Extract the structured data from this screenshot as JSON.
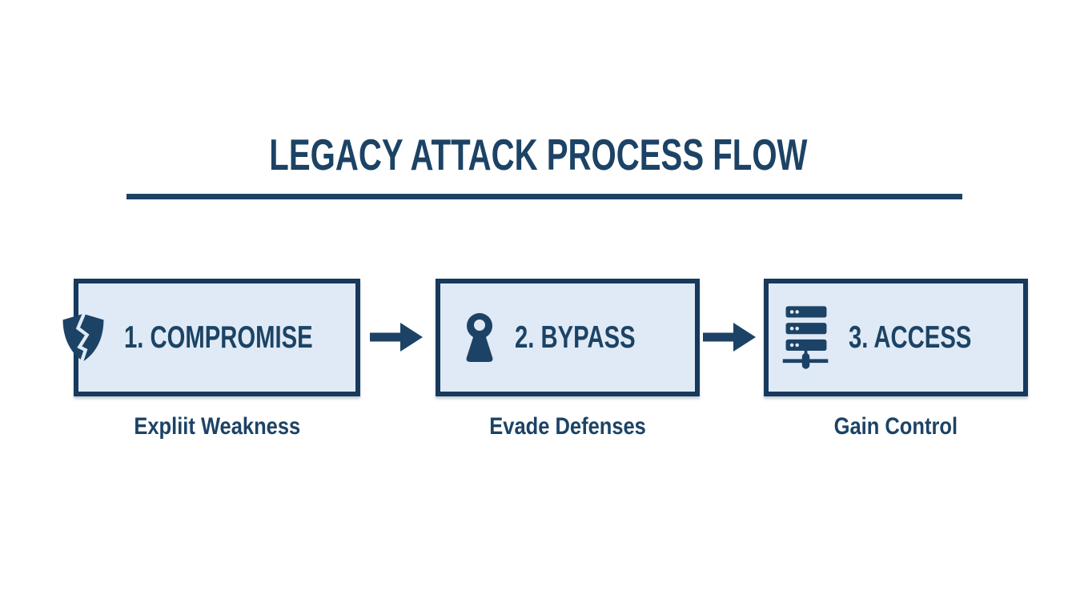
{
  "title": "LEGACY ATTACK PROCESS FLOW",
  "colors": {
    "navy": "#1c4365",
    "border-navy": "#16395c",
    "box-bg": "#dfeaf6",
    "page-bg": "#ffffff"
  },
  "steps": [
    {
      "label": "1. COMPROMISE",
      "sublabel": "Expliit Weakness",
      "icon": "broken-shield-icon"
    },
    {
      "label": "2. BYPASS",
      "sublabel": "Evade Defenses",
      "icon": "keyhole-icon"
    },
    {
      "label": "3. ACCESS",
      "sublabel": "Gain Control",
      "icon": "server-icon"
    }
  ],
  "arrows": [
    {
      "icon": "right-arrow-icon"
    },
    {
      "icon": "right-arrow-icon"
    }
  ]
}
